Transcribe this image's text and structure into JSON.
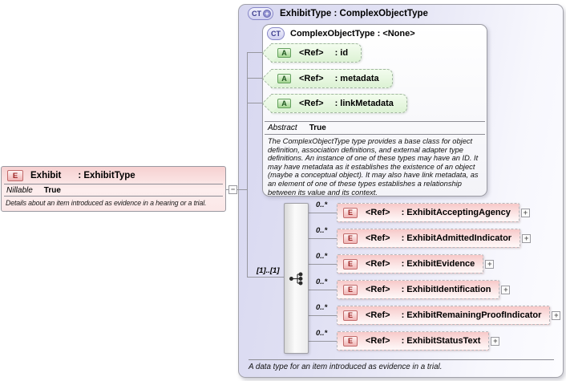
{
  "diagram": {
    "exhibit": {
      "badge": "E",
      "name": "Exhibit",
      "type": ": ExhibitType",
      "nillable_label": "Nillable",
      "nillable_value": "True",
      "description": "Details about an item introduced as evidence in a hearing or a trial."
    },
    "connector": {
      "collapse_glyph": "−"
    },
    "panel": {
      "badge": "CT",
      "badge_plus": "+",
      "title": "ExhibitType : ComplexObjectType",
      "base": {
        "badge": "CT",
        "title": "ComplexObjectType : <None>",
        "attributes": [
          {
            "badge": "A",
            "ref": "<Ref>",
            "name": ": id"
          },
          {
            "badge": "A",
            "ref": "<Ref>",
            "name": ": metadata"
          },
          {
            "badge": "A",
            "ref": "<Ref>",
            "name": ": linkMetadata"
          }
        ],
        "abstract_label": "Abstract",
        "abstract_value": "True",
        "description": "The ComplexObjectType type provides a base class for object definition, association definitions, and external adapter type definitions. An instance of one of these types may have an ID. It may have metadata as it establishes the existence of an object (maybe a conceptual object). It may also have link metadata, as an element of one of these types establishes a relationship between its value and its context."
      },
      "sequence": {
        "cardinality": "[1]..[1]"
      },
      "elements": [
        {
          "badge": "E",
          "ref": "<Ref>",
          "name": ": ExhibitAcceptingAgency",
          "occurs": "0..*",
          "expand": "+"
        },
        {
          "badge": "E",
          "ref": "<Ref>",
          "name": ": ExhibitAdmittedIndicator",
          "occurs": "0..*",
          "expand": "+"
        },
        {
          "badge": "E",
          "ref": "<Ref>",
          "name": ": ExhibitEvidence",
          "occurs": "0..*",
          "expand": "+"
        },
        {
          "badge": "E",
          "ref": "<Ref>",
          "name": ": ExhibitIdentification",
          "occurs": "0..*",
          "expand": "+"
        },
        {
          "badge": "E",
          "ref": "<Ref>",
          "name": ": ExhibitRemainingProofIndicator",
          "occurs": "0..*",
          "expand": "+"
        },
        {
          "badge": "E",
          "ref": "<Ref>",
          "name": ": ExhibitStatusText",
          "occurs": "0..*",
          "expand": "+"
        }
      ],
      "description": "A data type for an item introduced as evidence in a trial."
    }
  }
}
